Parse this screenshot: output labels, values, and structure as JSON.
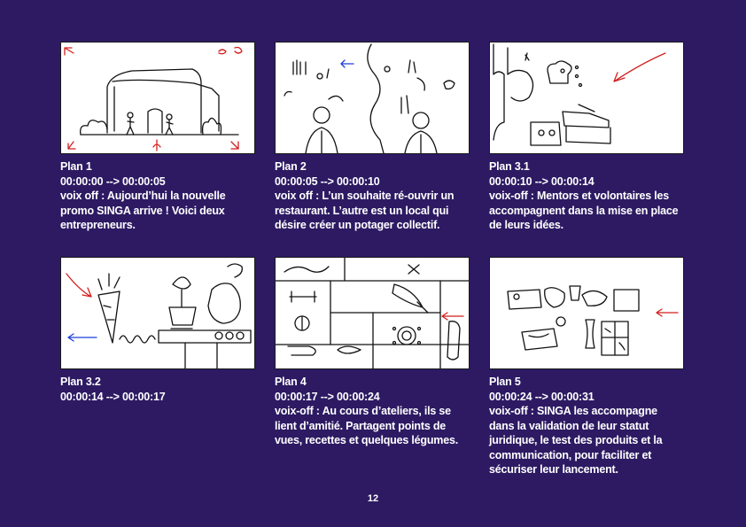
{
  "page_number": "12",
  "panels": [
    {
      "plan": "Plan 1",
      "time": "00:00:00 --> 00:00:05",
      "text": "voix off : Aujourd’hui la nouvelle promo SINGA arrive ! Voici deux entrepreneurs."
    },
    {
      "plan": "Plan 2",
      "time": "00:00:05 --> 00:00:10",
      "text": "voix off : L’un souhaite ré-ouvrir un restaurant. L’autre est un local qui désire créer un potager collectif."
    },
    {
      "plan": "Plan 3.1",
      "time": "00:00:10 --> 00:00:14",
      "text": "voix-off : Mentors et volontaires les accompagnent dans la mise en place de leurs idées."
    },
    {
      "plan": "Plan 3.2",
      "time": "00:00:14 --> 00:00:17",
      "text": ""
    },
    {
      "plan": "Plan 4",
      "time": "00:00:17 --> 00:00:24",
      "text": "voix-off : Au cours d’ateliers, ils se lient d’amitié. Partagent points de vues, recettes et quelques légumes."
    },
    {
      "plan": "Plan 5",
      "time": "00:00:24 --> 00:00:31",
      "text": "voix-off : SINGA les accompagne dans la validation de leur statut juridique, le test des produits et la communication, pour faciliter et sécuriser leur lancement."
    }
  ]
}
